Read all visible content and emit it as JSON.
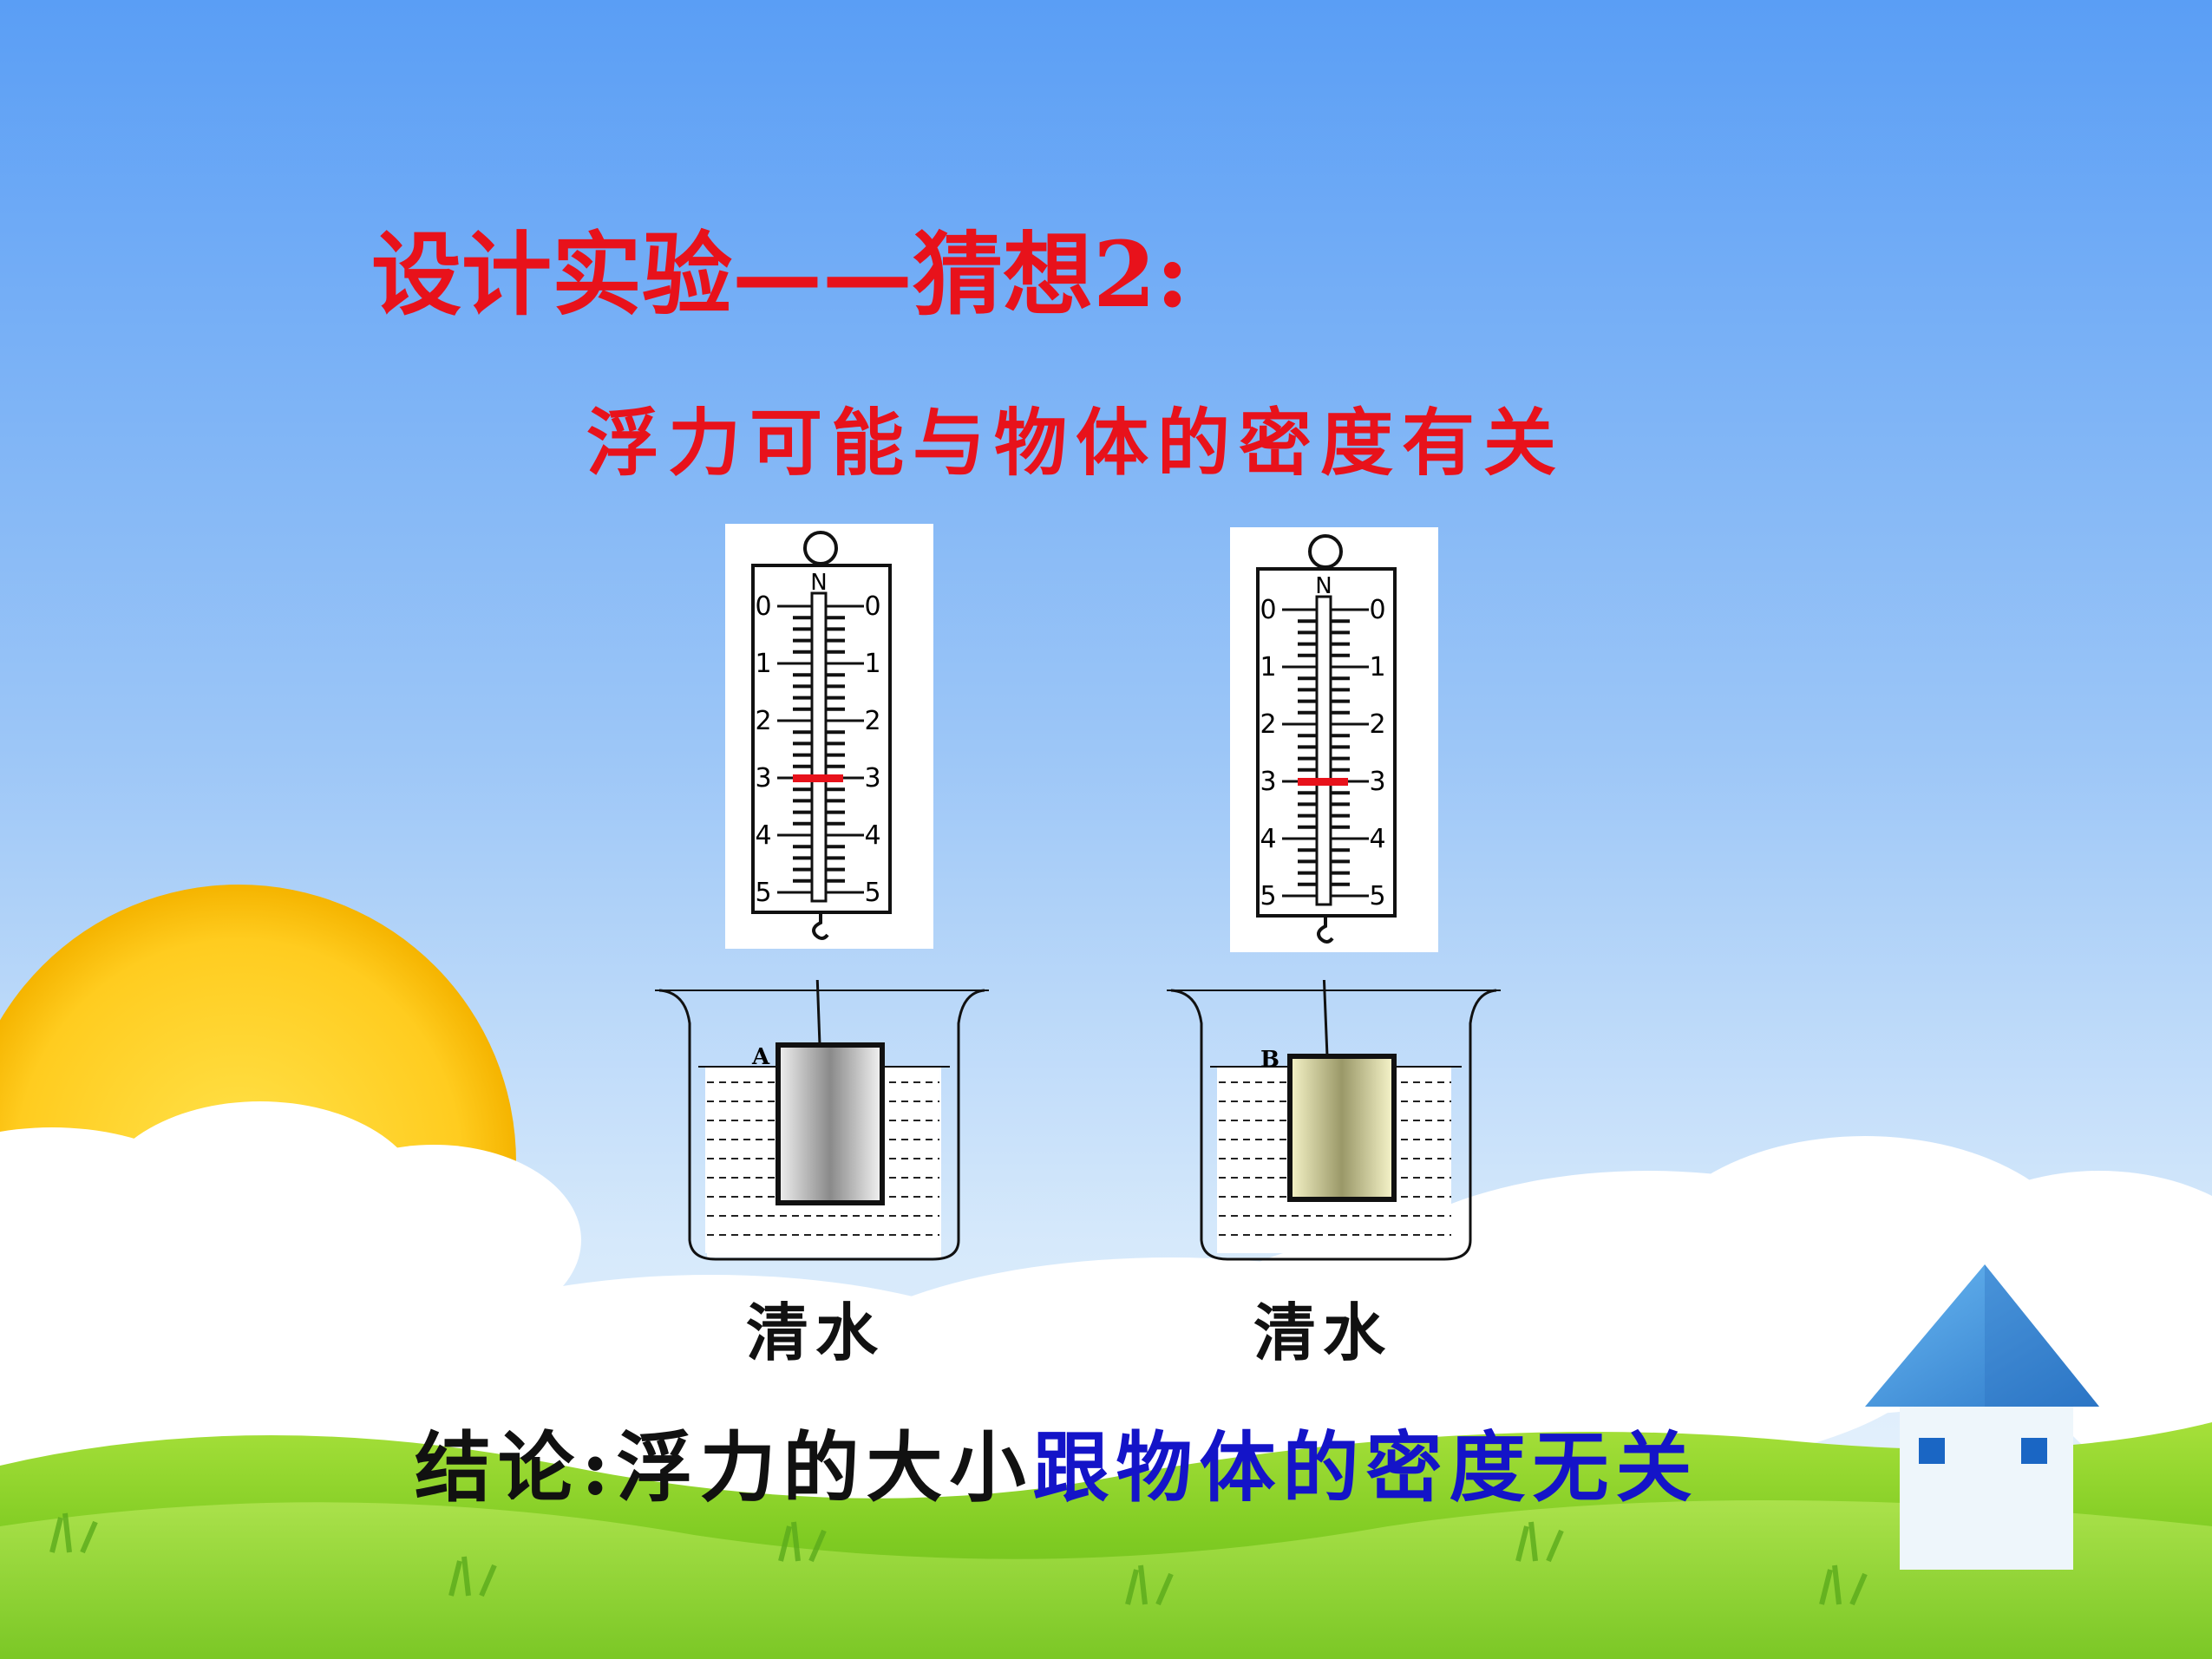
{
  "slide": {
    "title": "设计实验——猜想2:",
    "hypothesis": "浮力可能与物体的密度有关",
    "conclusion_prefix": "结论:浮力的大小",
    "conclusion_highlight": "跟物体的密度无关"
  },
  "experiment": {
    "scale_unit": "N",
    "scale_ticks": [
      "0",
      "1",
      "2",
      "3",
      "4",
      "5"
    ],
    "object_a": {
      "letter": "A",
      "reading": 3,
      "liquid": "清水"
    },
    "object_b": {
      "letter": "B",
      "reading": 3,
      "liquid": "清水"
    }
  },
  "colors": {
    "title": "#e8121b",
    "hypothesis": "#e8121b",
    "conclusion": "#111111",
    "highlight": "#1414c8",
    "pointer": "#e8121b",
    "object_a": "#c8c8c8",
    "object_b": "#e2e0a2",
    "house_roof": "#3a8ed8"
  },
  "icons": [
    "sun",
    "clouds",
    "grass",
    "house-icon"
  ]
}
